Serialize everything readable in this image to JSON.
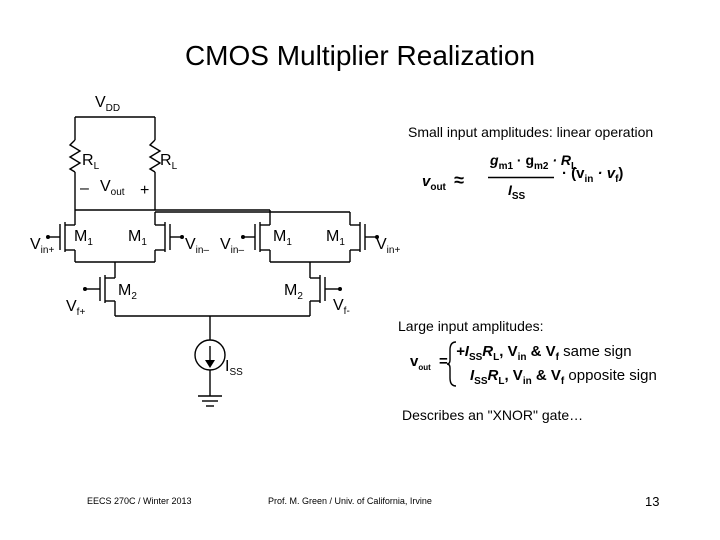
{
  "title": "CMOS Multiplier Realization",
  "vdd": {
    "main": "V",
    "sub": "DD"
  },
  "rl": {
    "main": "R",
    "sub": "L"
  },
  "vout": {
    "minus": "–",
    "main": "V",
    "sub": "out",
    "plus": "+"
  },
  "m1": {
    "main": "M",
    "sub": "1"
  },
  "m2": {
    "main": "M",
    "sub": "2"
  },
  "iss": {
    "main": "I",
    "sub": "SS"
  },
  "vin_plus": {
    "main": "V",
    "sub": "in+"
  },
  "vin_minus": {
    "main": "V",
    "sub": "in–"
  },
  "vf_plus": {
    "main": "V",
    "sub": "f+"
  },
  "vf_minus": {
    "main": "V",
    "sub": "f-"
  },
  "small_text": "Small input amplitudes:  linear operation",
  "large_text": "Large input amplitudes:",
  "xnor_text": "Describes an \"XNOR\" gate…",
  "eq1": {
    "lhs": "v",
    "lhs_sub": "out",
    "approx": "≈",
    "numerator": "g",
    "numerator_sub1": "m1",
    "numerator_mid": " · g",
    "numerator_sub2": "m2",
    "numerator_end": " · R",
    "numerator_sub3": "L",
    "denominator": "I",
    "denominator_sub": "SS",
    "rhs": "· (v",
    "rhs_sub1": "in",
    "rhs_mid": " · v",
    "rhs_sub2": "f",
    "rhs_end": ")"
  },
  "eq2": {
    "lhs": "v",
    "lhs_sub": "out",
    "eq": "=",
    "line1_pre": "+I",
    "line1_sub1": "SS",
    "line1_r": "R",
    "line1_sub2": "L",
    "line1_rest": ", V",
    "line1_sub3": "in",
    "line1_and": " & V",
    "line1_sub4": "f",
    "line1_tail": "  same sign",
    "line2_pre": "I",
    "line2_sub1": "SS",
    "line2_r": "R",
    "line2_sub2": "L",
    "line2_rest": ", V",
    "line2_sub3": "in",
    "line2_and": " & V",
    "line2_sub4": "f",
    "line2_tail": "  opposite sign"
  },
  "footer": {
    "left": "EECS 270C / Winter 2013",
    "center": "Prof. M. Green / Univ. of California, Irvine",
    "page": "13"
  }
}
